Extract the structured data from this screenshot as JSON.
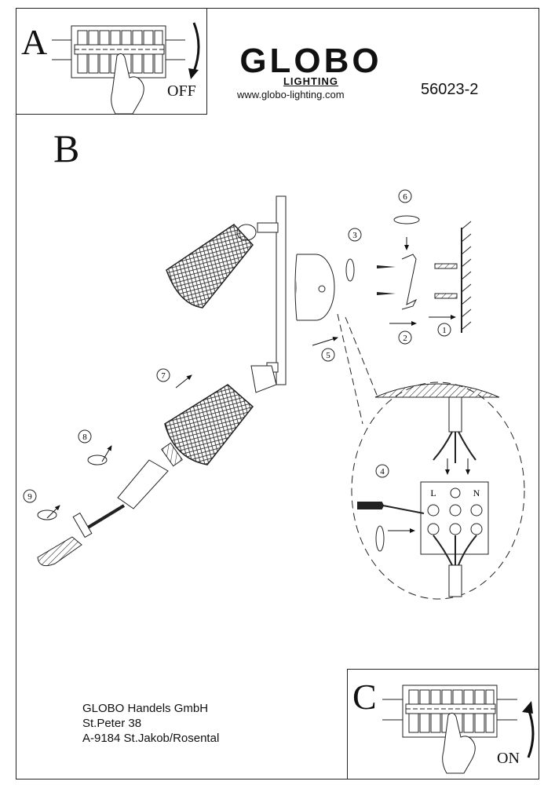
{
  "header": {
    "brand_name": "GLOBO",
    "brand_sub": "LIGHTING",
    "website": "www.globo-lighting.com",
    "model_number": "56023-2"
  },
  "step_a": {
    "letter": "A",
    "switch_state": "OFF"
  },
  "step_b": {
    "letter": "B"
  },
  "step_c": {
    "letter": "C",
    "switch_state": "ON"
  },
  "steps": [
    "1",
    "2",
    "3",
    "4",
    "5",
    "6",
    "7",
    "8",
    "9"
  ],
  "terminals": {
    "live": "L",
    "neutral": "N"
  },
  "company": {
    "name": "GLOBO Handels GmbH",
    "street": "St.Peter 38",
    "city": "A-9184 St.Jakob/Rosental"
  }
}
